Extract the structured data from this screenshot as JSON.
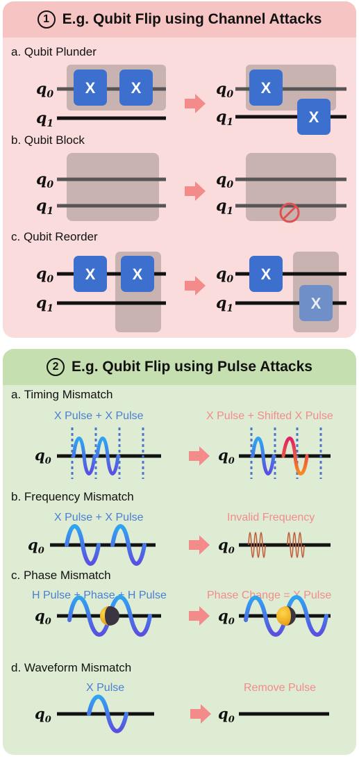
{
  "channel": {
    "number": "1",
    "title": "E.g. Qubit Flip using Channel Attacks",
    "sections": [
      {
        "label": "a. Qubit Plunder"
      },
      {
        "label": "b. Qubit Block"
      },
      {
        "label": "c. Qubit Reorder"
      }
    ],
    "gate_label": "X",
    "qubits": [
      "q",
      "q"
    ],
    "qubit_subscripts": [
      "0",
      "1"
    ]
  },
  "pulse": {
    "number": "2",
    "title": "E.g. Qubit Flip using Pulse Attacks",
    "sections": [
      {
        "label": "a. Timing Mismatch",
        "left": "X Pulse + X Pulse",
        "right": "X Pulse + Shifted X Pulse"
      },
      {
        "label": "b. Frequency Mismatch",
        "left": "X Pulse + X Pulse",
        "right": "Invalid Frequency"
      },
      {
        "label": "c. Phase Mismatch",
        "left": "H Pulse + Phase + H Pulse",
        "right": "Phase Change = X Pulse"
      },
      {
        "label": "d. Waveform Mismatch",
        "left": "X Pulse",
        "right": "Remove Pulse"
      }
    ]
  },
  "colors": {
    "gate": "#3d6fce",
    "gate_faded": "#6f8fc8",
    "overlay": "#c9b3b1",
    "arrow": "#f48b8b",
    "wire": "#111111",
    "prohibit": "#e05050"
  }
}
